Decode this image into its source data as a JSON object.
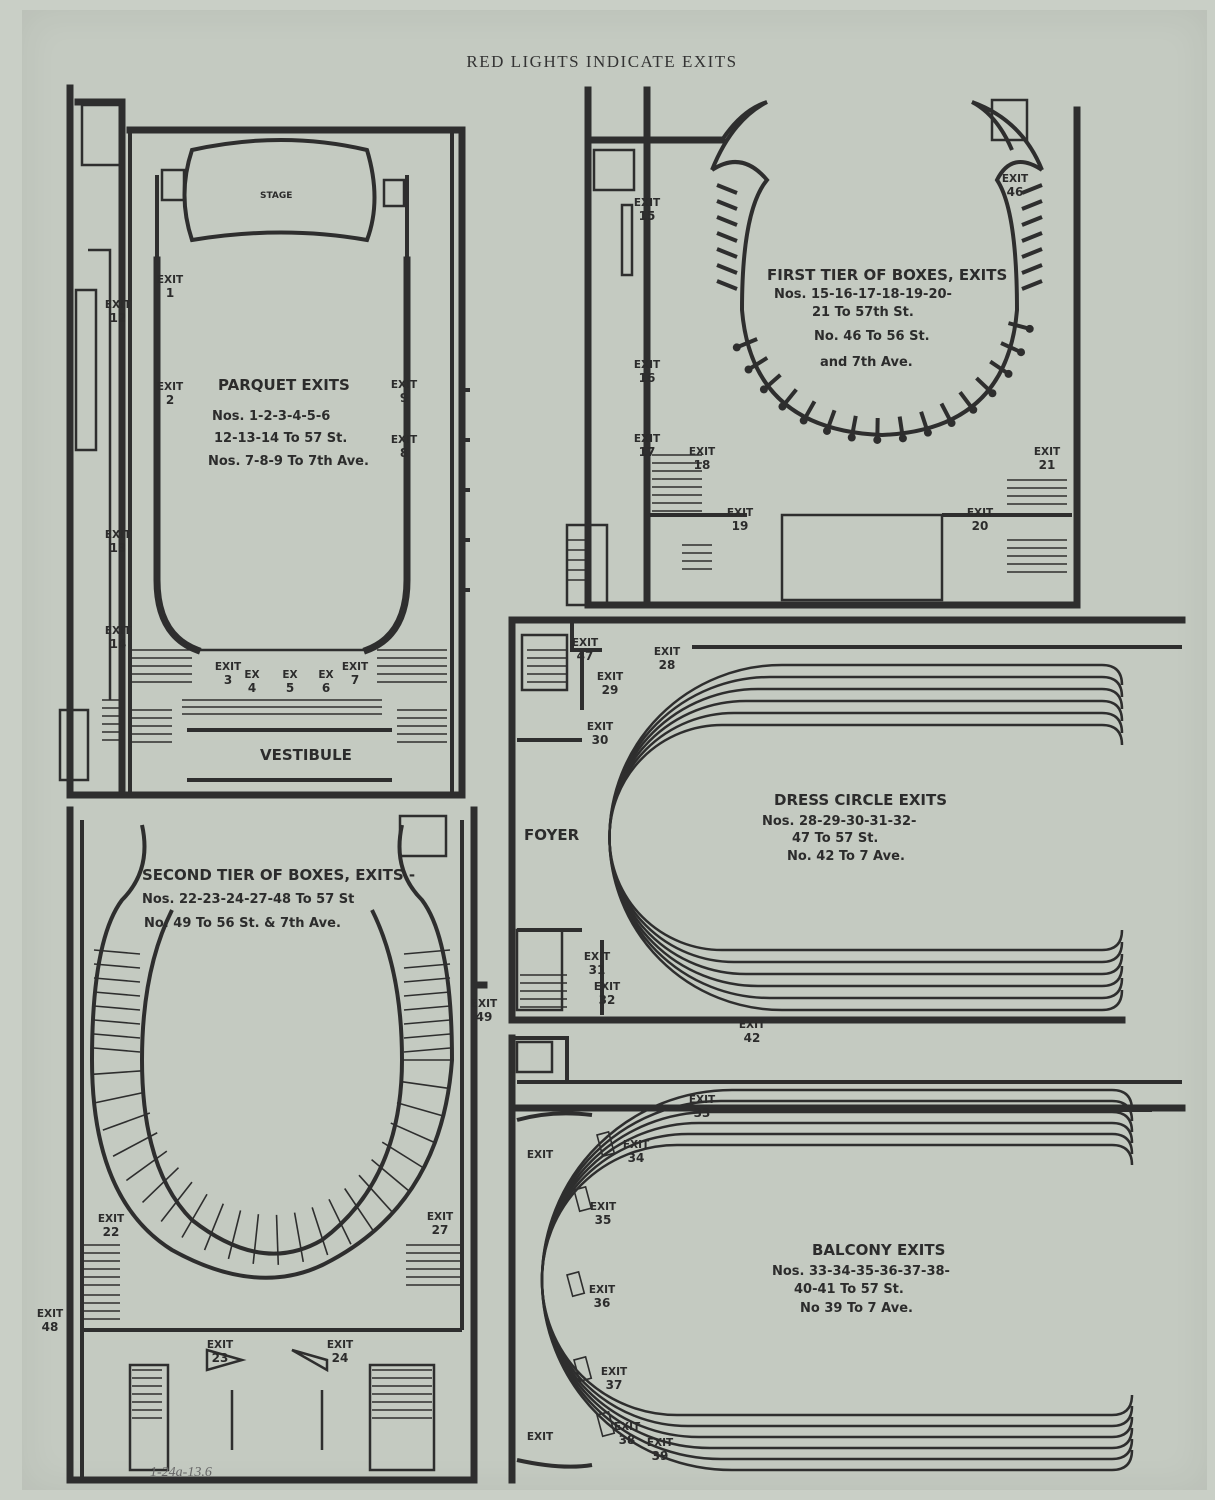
{
  "heading": "RED LIGHTS INDICATE EXITS",
  "margin_note": "1-24a-13.6",
  "parquet": {
    "stage": "STAGE",
    "vestibule": "VESTIBULE",
    "title": "PARQUET EXITS",
    "line1": "Nos. 1-2-3-4-5-6",
    "line2": "12-13-14 To 57 St.",
    "line3": "Nos. 7-8-9 To 7th Ave.",
    "exits": [
      {
        "w": "EXIT",
        "n": "1"
      },
      {
        "w": "EXIT",
        "n": "2"
      },
      {
        "w": "EXIT",
        "n": "3"
      },
      {
        "w": "EX",
        "n": "4"
      },
      {
        "w": "EX",
        "n": "5"
      },
      {
        "w": "EX",
        "n": "6"
      },
      {
        "w": "EXIT",
        "n": "7"
      },
      {
        "w": "EXIT",
        "n": "8"
      },
      {
        "w": "EXIT",
        "n": "9"
      },
      {
        "w": "EXIT",
        "n": "12"
      },
      {
        "w": "EXIT",
        "n": "13"
      },
      {
        "w": "EXIT",
        "n": "14"
      }
    ]
  },
  "first_tier": {
    "title": "FIRST TIER OF BOXES, EXITS",
    "line1": "Nos. 15-16-17-18-19-20-",
    "line2": "21 To 57th St.",
    "line3": "No. 46 To 56 St.",
    "line4": "and 7th Ave.",
    "exits": [
      {
        "w": "EXIT",
        "n": "15"
      },
      {
        "w": "EXIT",
        "n": "16"
      },
      {
        "w": "EXIT",
        "n": "17"
      },
      {
        "w": "EXIT",
        "n": "18"
      },
      {
        "w": "EXIT",
        "n": "19"
      },
      {
        "w": "EXIT",
        "n": "20"
      },
      {
        "w": "EXIT",
        "n": "21"
      },
      {
        "w": "EXIT",
        "n": "46"
      }
    ]
  },
  "second_tier": {
    "title": "SECOND TIER OF BOXES, EXITS -",
    "line1": "Nos. 22-23-24-27-48 To 57 St",
    "line2": "No. 49 To 56 St. & 7th Ave.",
    "exits": [
      {
        "w": "EXIT",
        "n": "22"
      },
      {
        "w": "EXIT",
        "n": "23"
      },
      {
        "w": "EXIT",
        "n": "24"
      },
      {
        "w": "EXIT",
        "n": "27"
      },
      {
        "w": "EXIT",
        "n": "48"
      },
      {
        "w": "EXIT",
        "n": "49"
      }
    ]
  },
  "dress_circle": {
    "foyer": "FOYER",
    "title": "DRESS CIRCLE EXITS",
    "line1": "Nos. 28-29-30-31-32-",
    "line2": "47 To 57 St.",
    "line3": "No. 42 To 7 Ave.",
    "exits": [
      {
        "w": "EXIT",
        "n": "28"
      },
      {
        "w": "EXIT",
        "n": "29"
      },
      {
        "w": "EXIT",
        "n": "30"
      },
      {
        "w": "EXIT",
        "n": "31"
      },
      {
        "w": "EXIT",
        "n": "32"
      },
      {
        "w": "EXIT",
        "n": "42"
      },
      {
        "w": "EXIT",
        "n": "47"
      }
    ]
  },
  "balcony": {
    "title": "BALCONY EXITS",
    "line1": "Nos. 33-34-35-36-37-38-",
    "line2": "40-41 To 57 St.",
    "line3": "No 39 To 7 Ave.",
    "exits": [
      {
        "w": "EXIT",
        "n": "33"
      },
      {
        "w": "EXIT",
        "n": "34"
      },
      {
        "w": "EXIT",
        "n": "35"
      },
      {
        "w": "EXIT",
        "n": "36"
      },
      {
        "w": "EXIT",
        "n": "37"
      },
      {
        "w": "EXIT",
        "n": "38"
      },
      {
        "w": "EXIT",
        "n": "39"
      },
      {
        "w": "EXIT",
        "n": ""
      },
      {
        "w": "EXIT",
        "n": ""
      }
    ]
  }
}
